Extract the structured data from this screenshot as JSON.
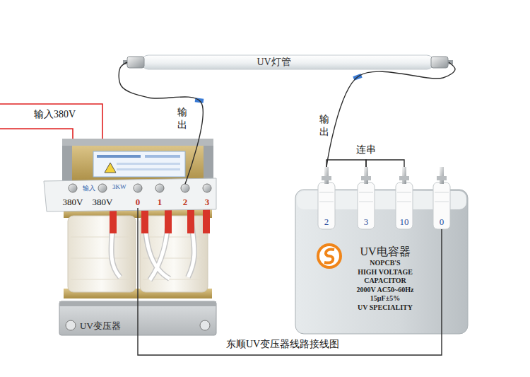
{
  "diagram": {
    "caption": "东顺UV变压器线路接线图",
    "nodes": [
      {
        "text": [
          "UV灯管"
        ]
      },
      {
        "text": [
          "UV变压器"
        ]
      },
      {
        "text": [
          "380V"
        ],
        "in": 1
      },
      {
        "text": [
          "380V"
        ],
        "in": 1
      },
      {
        "text": [
          "0"
        ],
        "in": 1
      },
      {
        "text": [
          "1"
        ],
        "in": 1
      },
      {
        "text": [
          "2"
        ],
        "in": 1
      },
      {
        "text": [
          "3"
        ],
        "in": 1
      },
      {
        "text": [
          "UV电容器",
          "NOPCB'S",
          "HIGH VOLTAGE",
          "CAPACITOR",
          "2000V AC50~60Hz",
          "15μF±5%",
          "UV SPECIALITY"
        ]
      },
      {
        "text": [
          "2"
        ],
        "in": 8
      },
      {
        "text": [
          "3"
        ],
        "in": 8
      },
      {
        "text": [
          "10"
        ],
        "in": 8
      },
      {
        "text": [
          "0"
        ],
        "in": 8
      }
    ],
    "edges": [
      {
        "from": 0,
        "to": 6,
        "arrow": "none",
        "label": "输出"
      },
      {
        "from": 0,
        "to": 9,
        "arrow": "none",
        "label": "输出"
      },
      {
        "from": 9,
        "to": 10,
        "arrow": "none"
      },
      {
        "from": 10,
        "to": 11,
        "arrow": "none"
      },
      {
        "from": 4,
        "to": 12,
        "arrow": "none"
      }
    ],
    "labels": [
      "输入380V",
      "连串",
      "输入",
      "3KW"
    ]
  }
}
